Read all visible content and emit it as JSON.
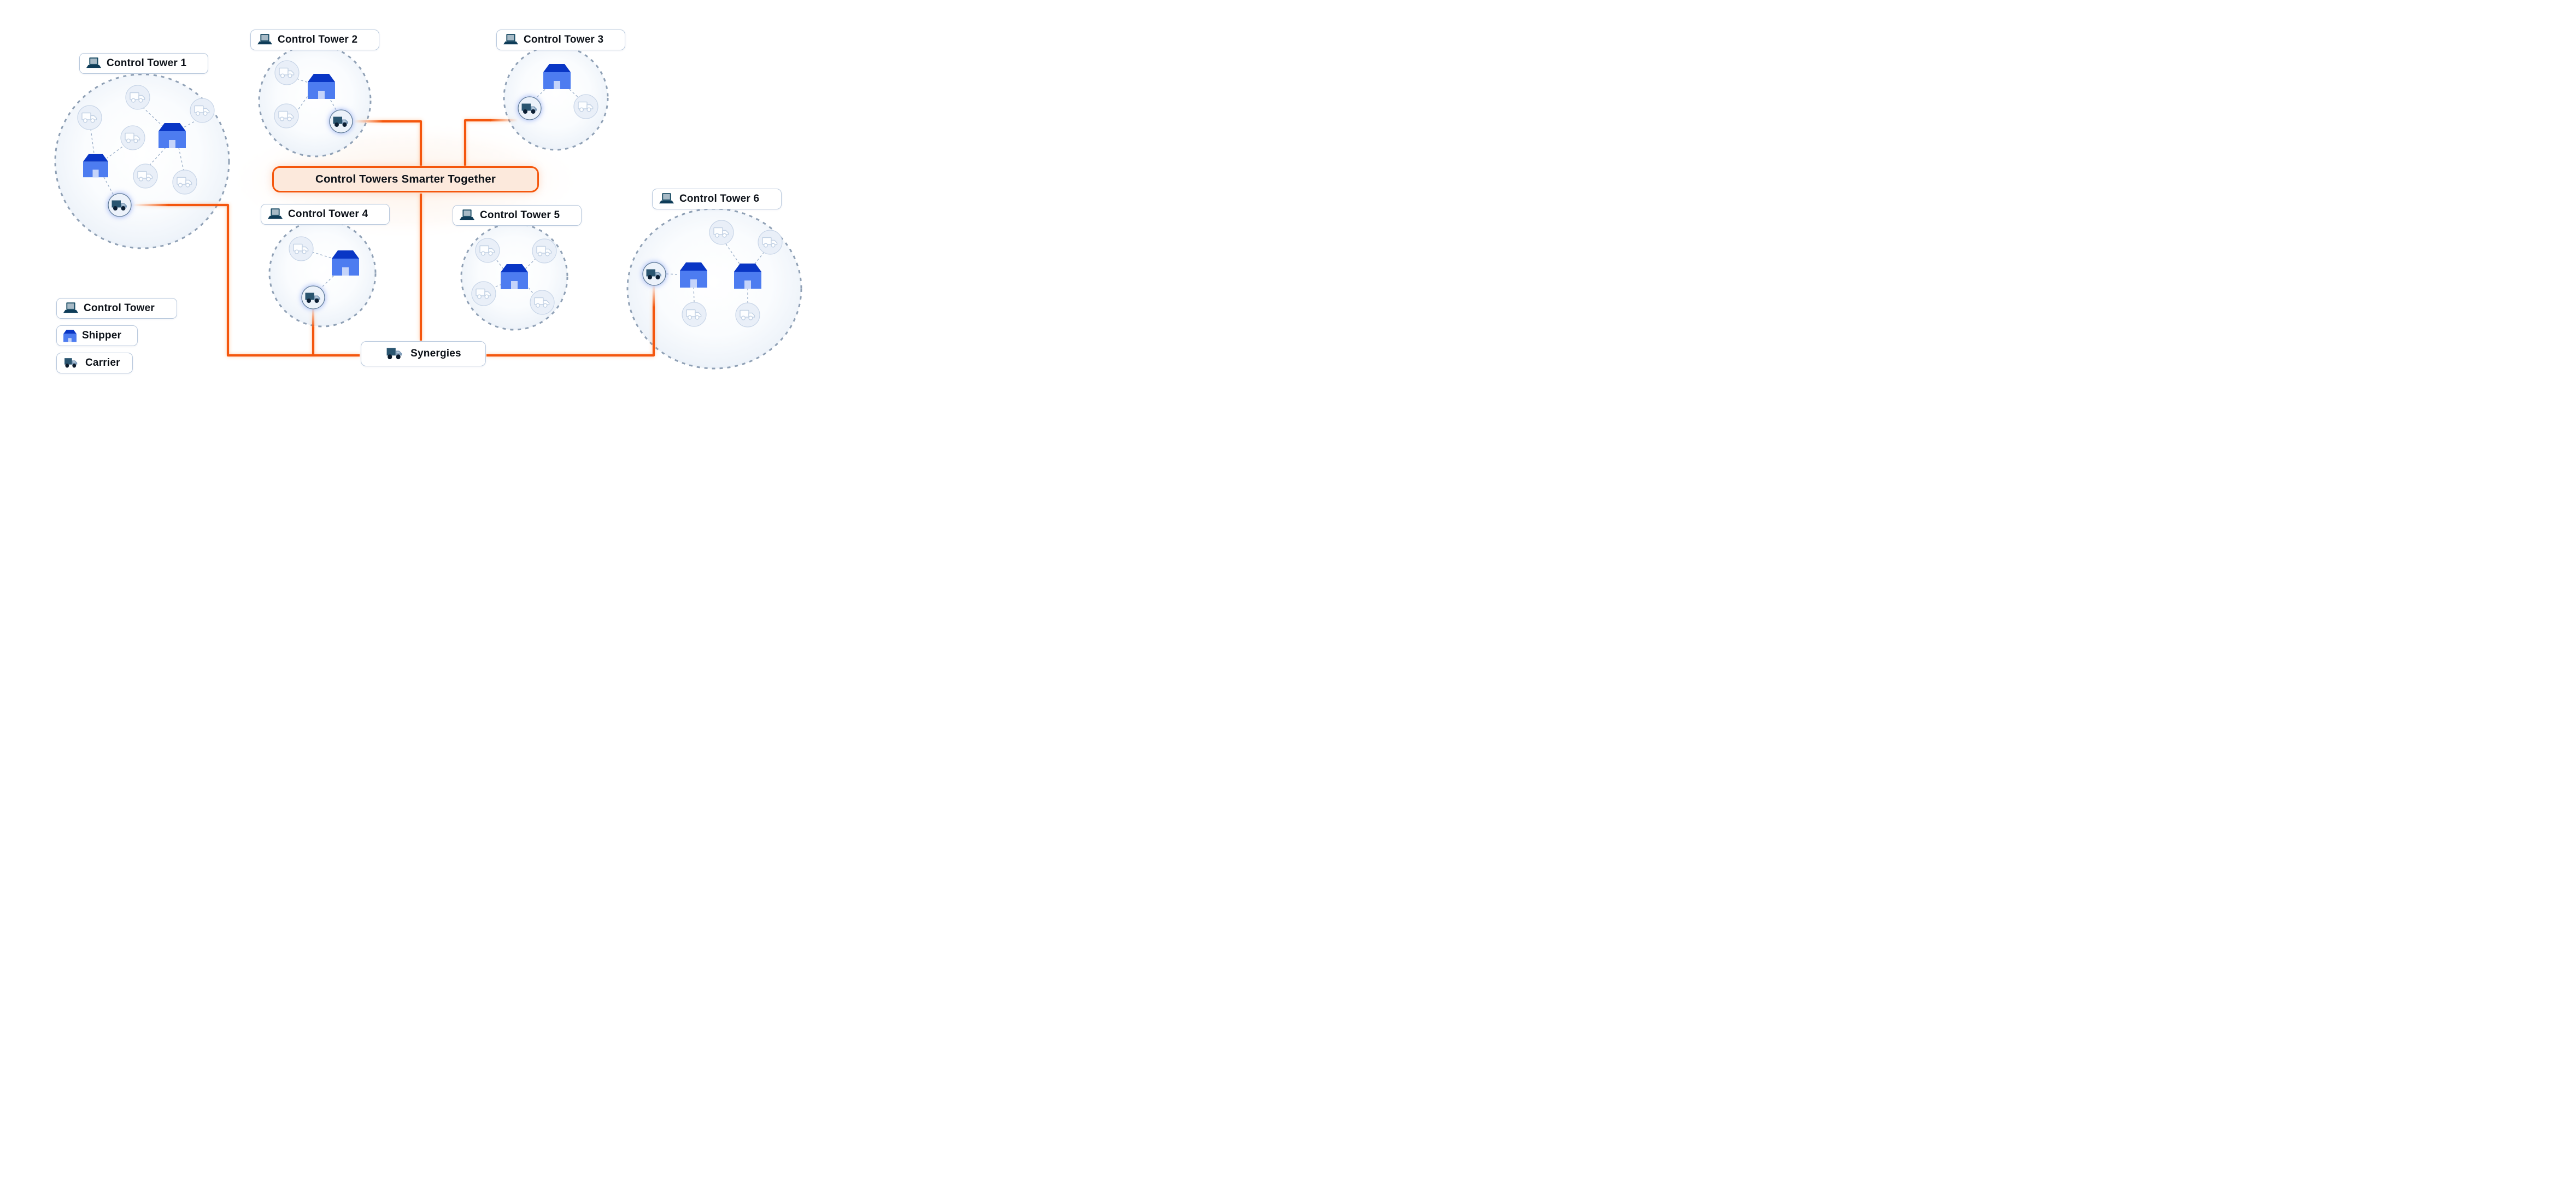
{
  "central_banner": {
    "title": "Control Towers Smarter Together"
  },
  "synergies": {
    "label": "Synergies",
    "icon": "truck-icon"
  },
  "towers": [
    {
      "id": 1,
      "label": "Control Tower 1",
      "icon": "laptop-icon",
      "shippers": 2,
      "faded_carriers": 6,
      "connected_carriers": 1,
      "linked_to_synergies": true
    },
    {
      "id": 2,
      "label": "Control Tower 2",
      "icon": "laptop-icon",
      "shippers": 1,
      "faded_carriers": 2,
      "connected_carriers": 1,
      "linked_to_synergies": true
    },
    {
      "id": 3,
      "label": "Control Tower 3",
      "icon": "laptop-icon",
      "shippers": 1,
      "faded_carriers": 1,
      "connected_carriers": 1,
      "linked_to_synergies": true
    },
    {
      "id": 4,
      "label": "Control Tower 4",
      "icon": "laptop-icon",
      "shippers": 1,
      "faded_carriers": 1,
      "connected_carriers": 1,
      "linked_to_synergies": true
    },
    {
      "id": 5,
      "label": "Control Tower 5",
      "icon": "laptop-icon",
      "shippers": 1,
      "faded_carriers": 4,
      "connected_carriers": 0,
      "linked_to_synergies": false
    },
    {
      "id": 6,
      "label": "Control Tower 6",
      "icon": "laptop-icon",
      "shippers": 2,
      "faded_carriers": 4,
      "connected_carriers": 1,
      "linked_to_synergies": true
    }
  ],
  "legend": {
    "items": [
      {
        "label": "Control Tower",
        "icon": "laptop-icon"
      },
      {
        "label": "Shipper",
        "icon": "warehouse-icon"
      },
      {
        "label": "Carrier",
        "icon": "truck-icon"
      }
    ]
  },
  "connections": [
    "control-tower-1-carrier -> synergies",
    "control-tower-2-carrier -> central-banner",
    "control-tower-3-carrier -> central-banner",
    "control-tower-4-carrier -> synergies",
    "central-banner -> synergies",
    "synergies -> control-tower-6-carrier"
  ],
  "colors": {
    "accent_orange": "#f4570d",
    "banner_fill": "#fce9dc",
    "shipper_body": "#4d7cf0",
    "shipper_roof": "#0936c5",
    "shipper_door": "#c5d4fa",
    "carrier_box": "#2a5570",
    "carrier_cab": "#7e9bb8",
    "laptop_dark": "#12465f",
    "laptop_screen": "#a7bac6",
    "cluster_dash": "#8fa0b5",
    "pill_border": "#b9c9dd"
  }
}
